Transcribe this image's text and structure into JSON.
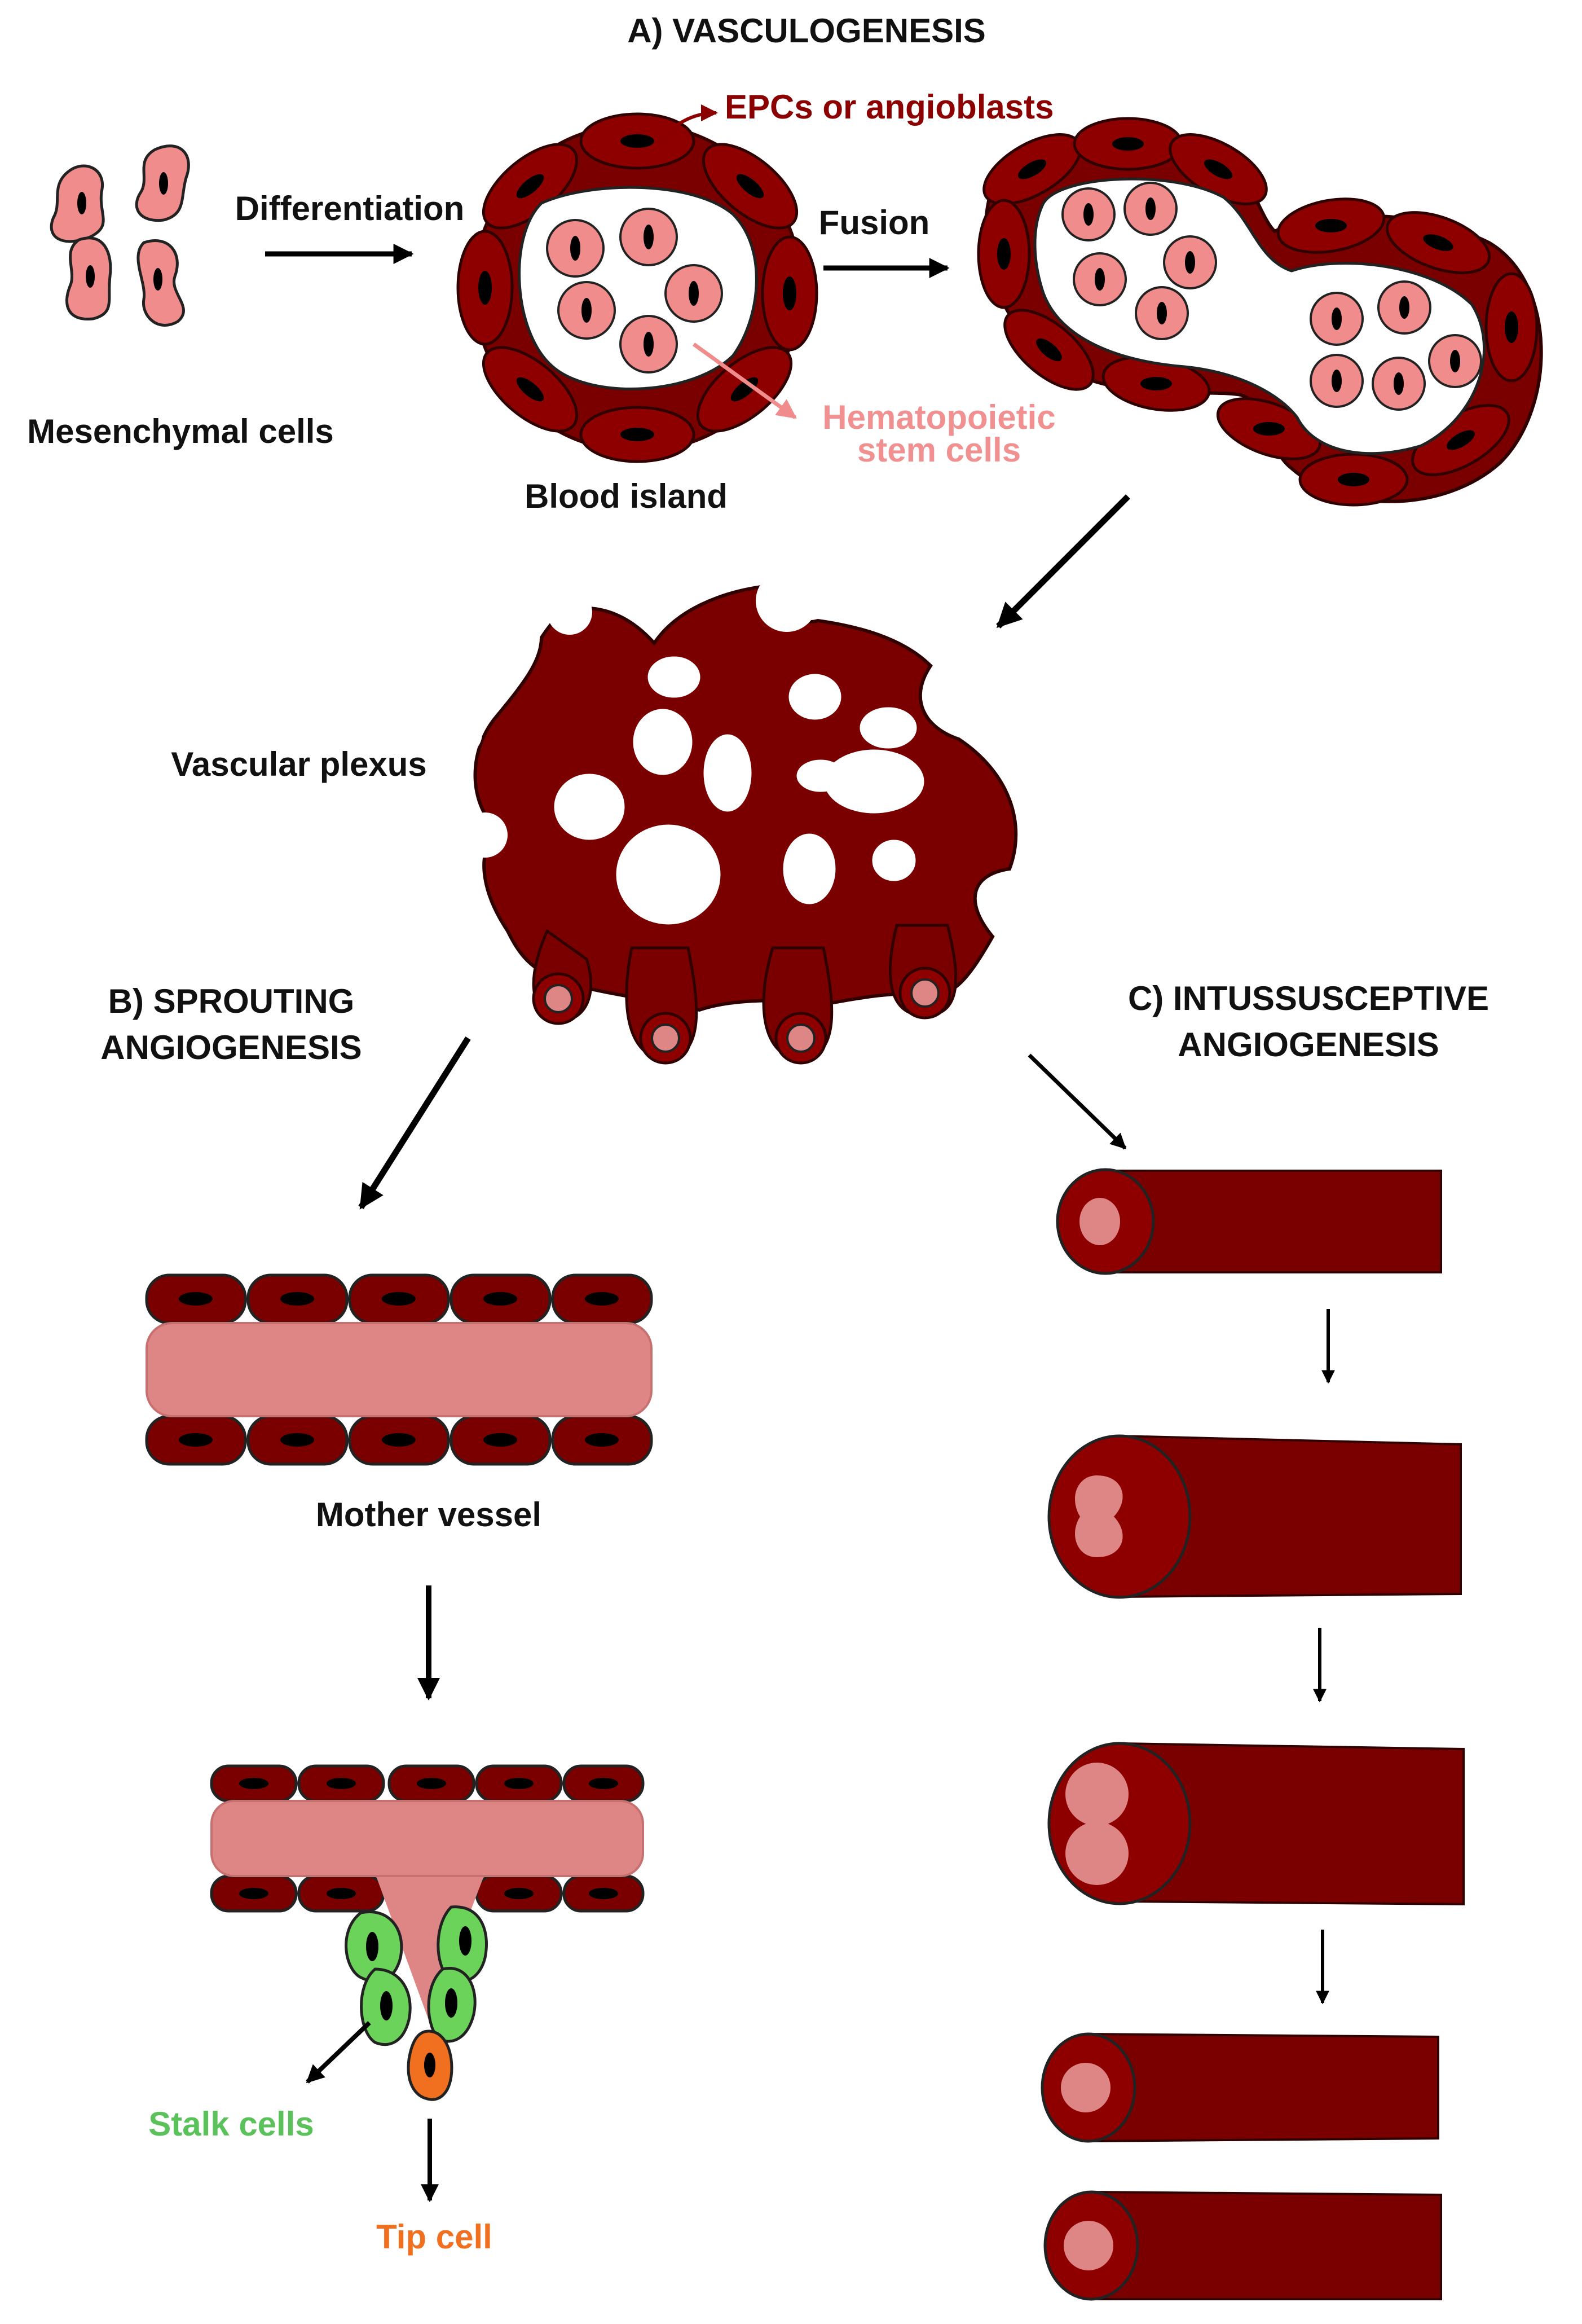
{
  "sections": {
    "vasculogenesis": "A) VASCULOGENESIS",
    "sprouting_line1": "B) SPROUTING",
    "sprouting_line2": "ANGIOGENESIS",
    "intussusceptive_line1": "C) INTUSSUSCEPTIVE",
    "intussusceptive_line2": "ANGIOGENESIS"
  },
  "labels": {
    "differentiation": "Differentiation",
    "fusion": "Fusion",
    "epcs": "EPCs or angioblasts",
    "hematopoietic_line1": "Hematopoietic",
    "hematopoietic_line2": "stem cells",
    "mesenchymal": "Mesenchymal cells",
    "blood_island": "Blood island",
    "vascular_plexus": "Vascular plexus",
    "mother_vessel": "Mother vessel",
    "stalk_cells": "Stalk cells",
    "tip_cell": "Tip cell"
  },
  "colors": {
    "vessel_dark": "#7a0000",
    "lumen_pink": "#de8585",
    "cell_pink": "#f08c8c",
    "stalk_green": "#6bd35a",
    "tip_orange": "#f07020",
    "epcs_text": "#8b0000",
    "hsc_text": "#f09090",
    "stalk_text": "#5bc25b",
    "tip_text": "#f07020"
  }
}
